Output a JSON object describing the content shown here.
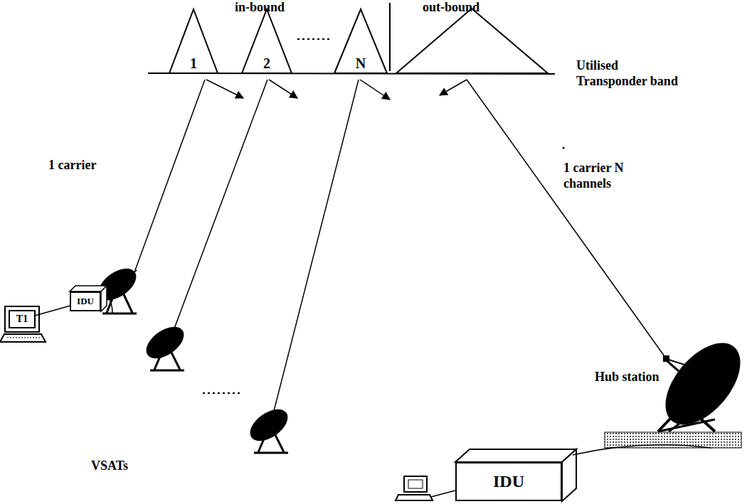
{
  "diagram": {
    "nodes": [
      {
        "text": [
          "1"
        ]
      },
      {
        "text": [
          "2"
        ]
      },
      {
        "text": [
          "N"
        ]
      },
      {
        "text": [
          "IDU"
        ]
      },
      {
        "text": [
          "T1"
        ]
      },
      {
        "text": [
          "IDU"
        ]
      }
    ],
    "edges": [
      {
        "from": 4,
        "to": 3,
        "arrow": "none"
      }
    ],
    "labels": [
      "in-bound",
      "out-bound",
      "Utilised Transponder band",
      "1 carrier",
      "1 carrier N channels",
      "Hub station",
      "VSATs"
    ]
  }
}
